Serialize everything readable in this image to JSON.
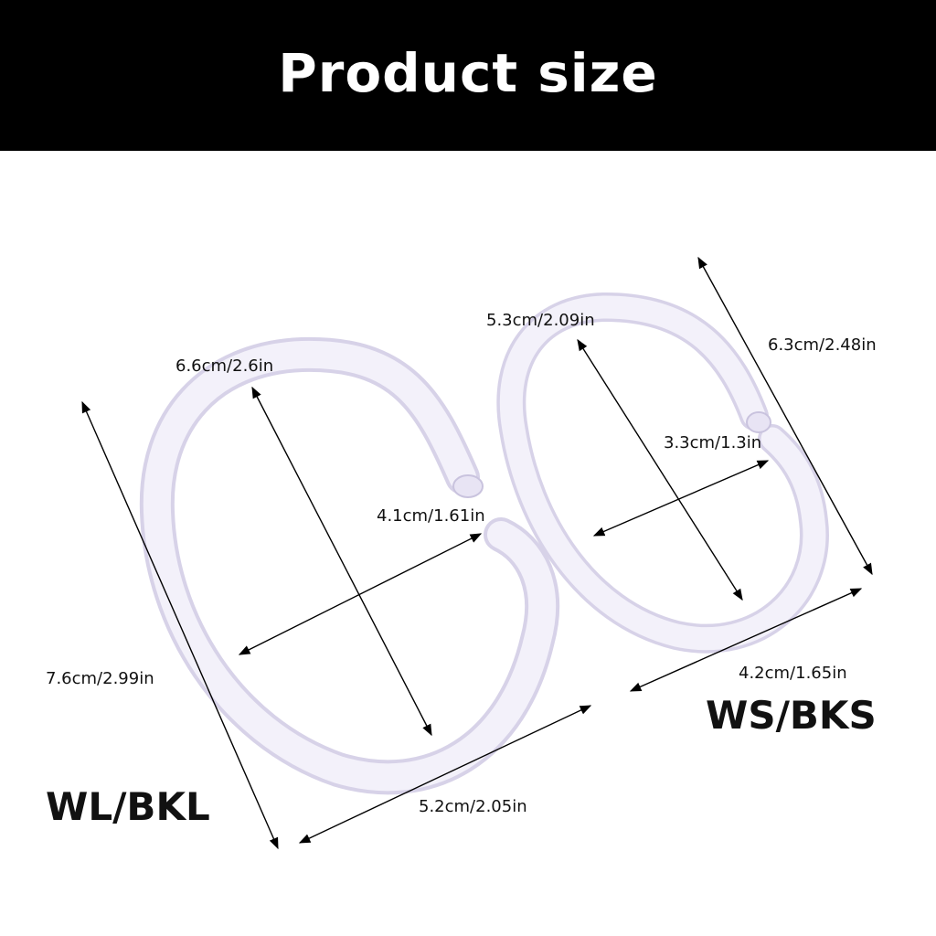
{
  "header": {
    "title": "Product size",
    "background": "#000000",
    "text_color": "#ffffff"
  },
  "ring_color": "#f3f1fa",
  "ring_shadow": "#d7d2e8",
  "large_ring": {
    "model": "WL/BKL",
    "overall_length": "7.6cm/2.99in",
    "overall_width": "5.2cm/2.05in",
    "inner_length": "6.6cm/2.6in",
    "inner_width": "4.1cm/1.61in"
  },
  "small_ring": {
    "model": "WS/BKS",
    "overall_length": "6.3cm/2.48in",
    "overall_width": "4.2cm/1.65in",
    "inner_length": "5.3cm/2.09in",
    "inner_width": "3.3cm/1.3in"
  }
}
